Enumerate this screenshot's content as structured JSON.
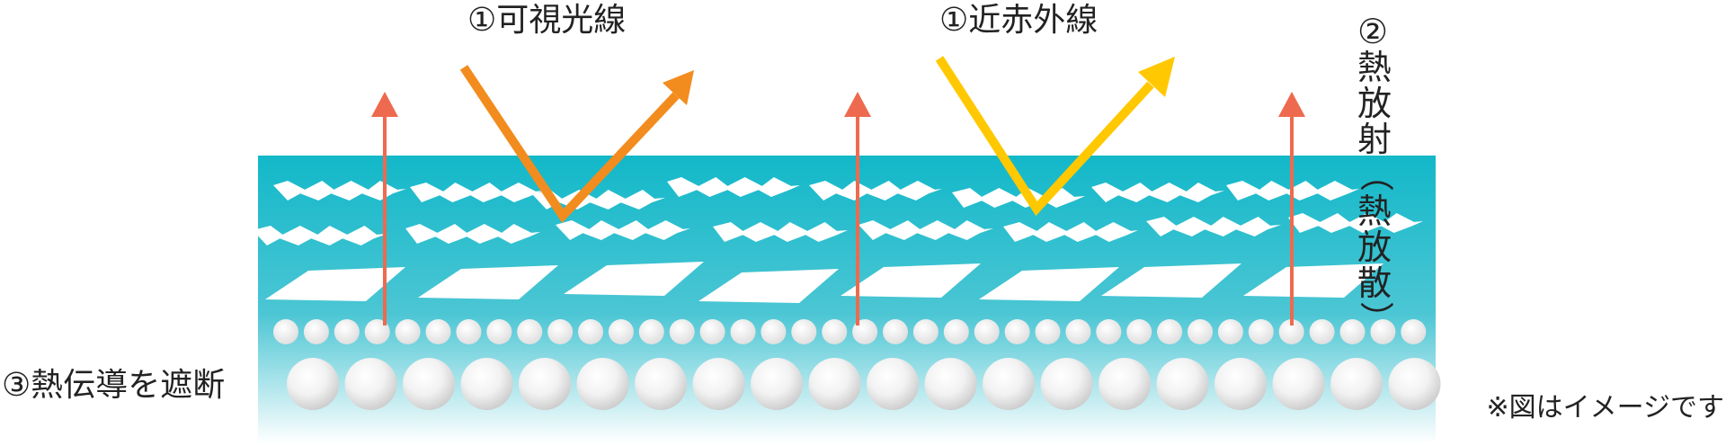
{
  "labels": {
    "visible_light": "①可視光線",
    "near_infrared": "①近赤外線",
    "heat_radiation": "②熱放射（熱放散）",
    "heat_block": "③熱伝導を遮断",
    "note": "※図はイメージです"
  },
  "colors": {
    "layer_top": "#12b8c9",
    "layer_bottom": "#ffffff",
    "visible_light_arrow": "#f28c1e",
    "near_infrared_arrow": "#ffc800",
    "heat_arrow": "#ee6a4f",
    "particle": "#ffffff",
    "sphere_shade": "#cfcfcf"
  },
  "icons": {
    "visible_light": "reflection-arrow-icon",
    "near_infrared": "reflection-arrow-icon",
    "heat_radiation": "up-arrow-icon"
  }
}
